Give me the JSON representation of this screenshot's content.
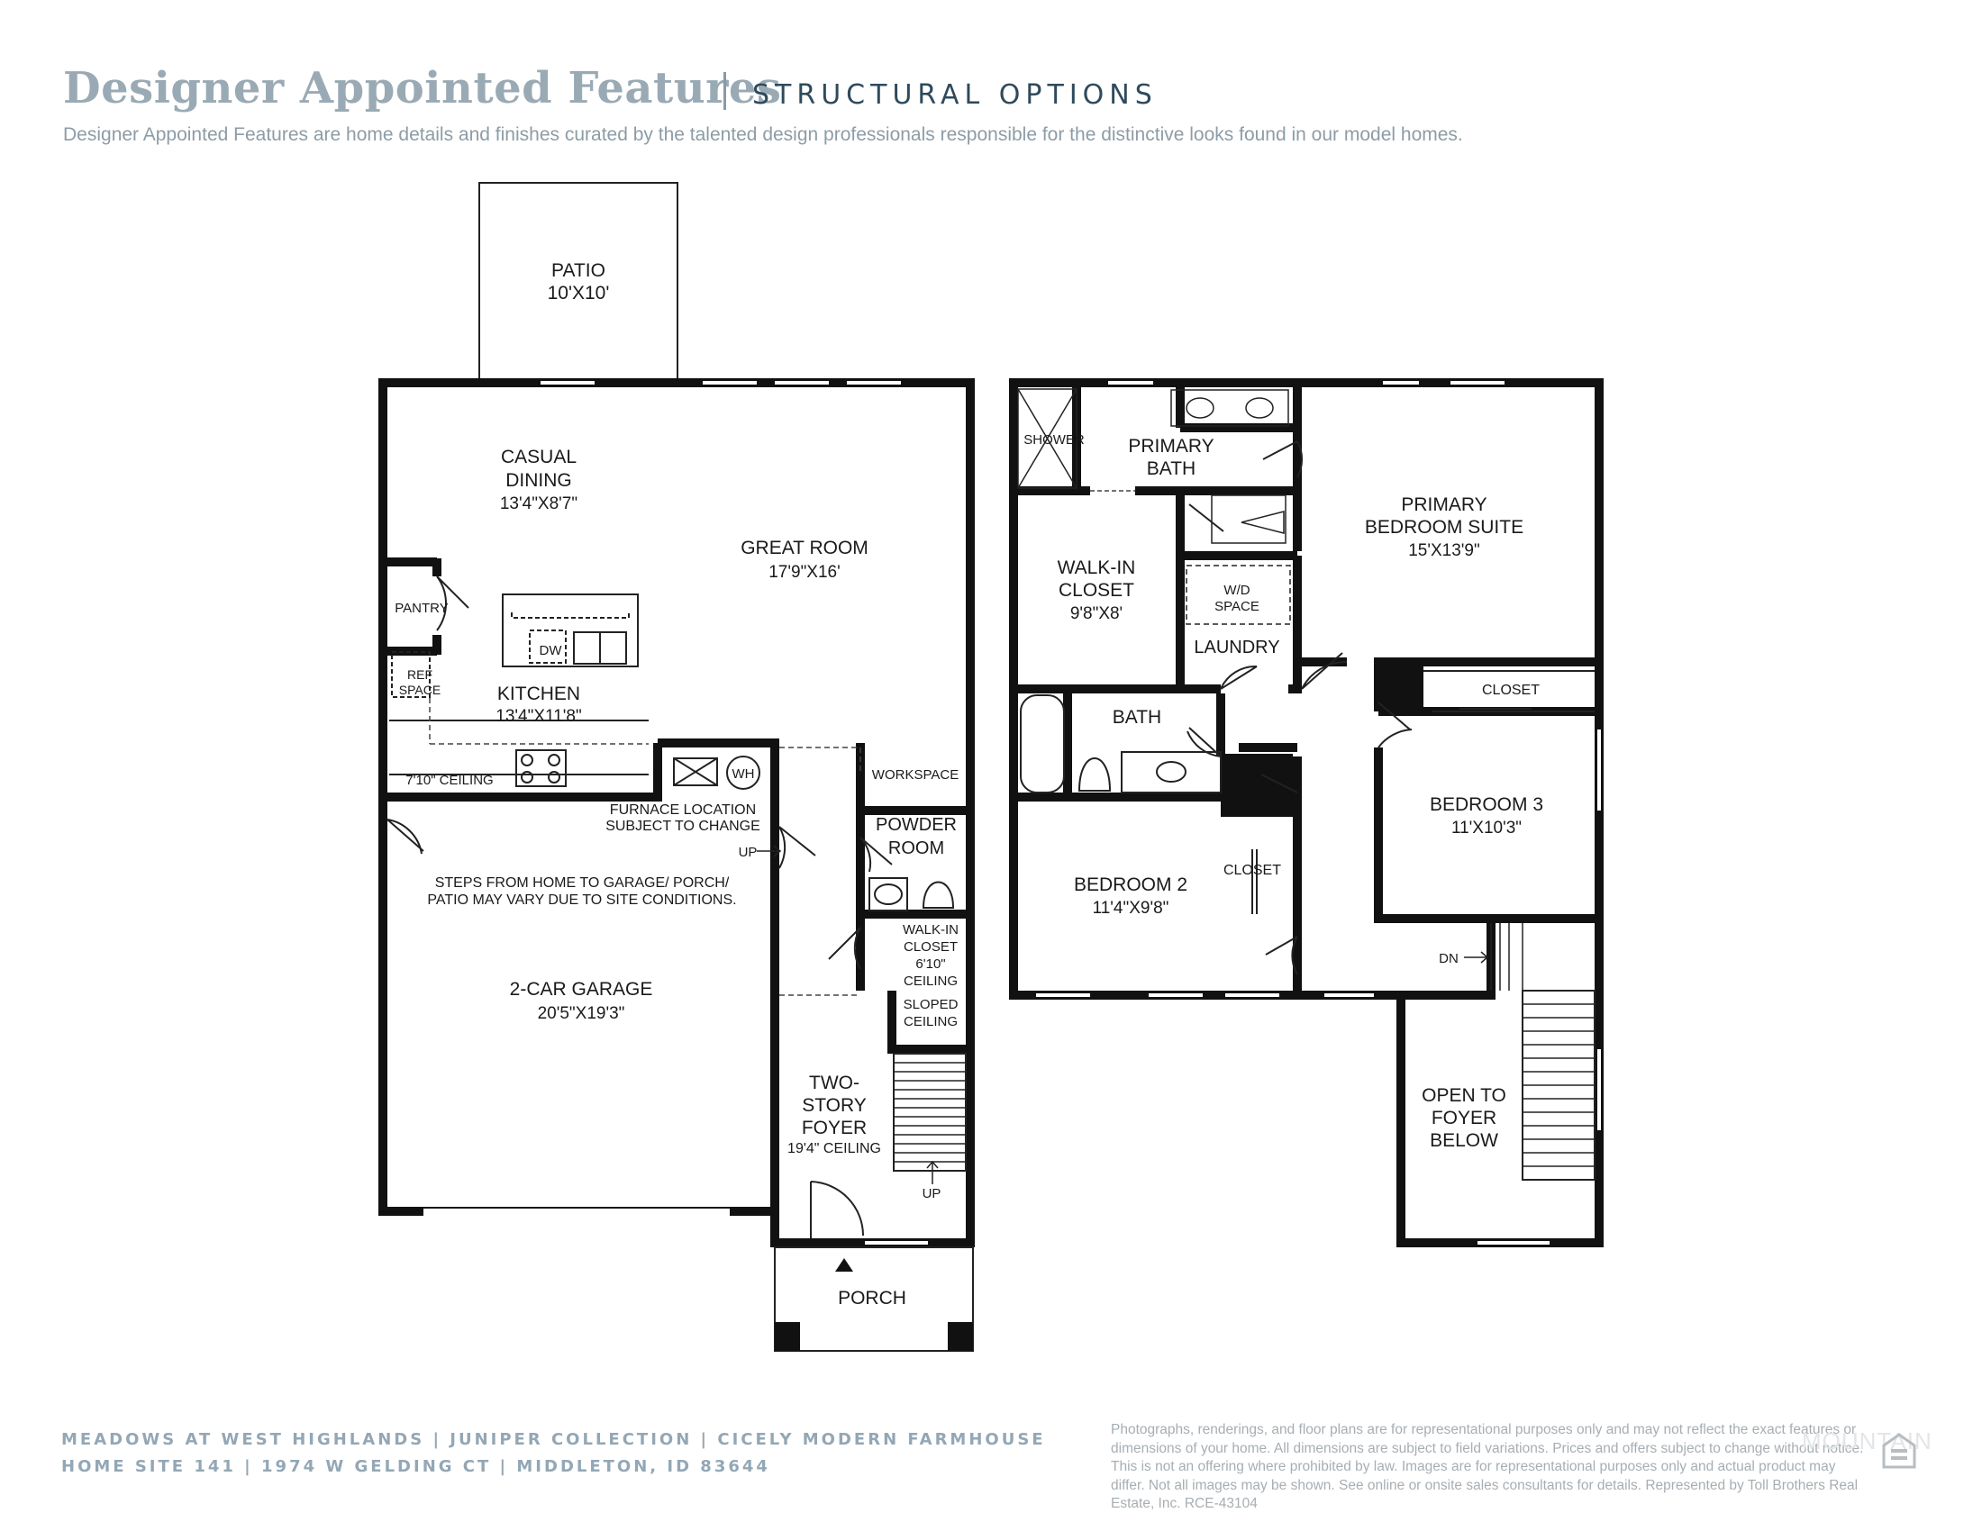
{
  "header": {
    "title": "Designer Appointed Features",
    "subtitle_right": "STRUCTURAL OPTIONS",
    "description": "Designer Appointed Features are home details and finishes curated by the talented design professionals responsible for the distinctive looks found in our model homes."
  },
  "first_floor": {
    "patio": {
      "name": "PATIO",
      "dims": "10'X10'"
    },
    "casual_dining": {
      "line1": "CASUAL",
      "line2": "DINING",
      "dims": "13'4\"X8'7\""
    },
    "great_room": {
      "name": "GREAT ROOM",
      "dims": "17'9\"X16'"
    },
    "pantry": "PANTRY",
    "dw": "DW",
    "ref_space": {
      "line1": "REF",
      "line2": "SPACE"
    },
    "kitchen": {
      "name": "KITCHEN",
      "dims": "13'4\"X11'8\""
    },
    "ceiling_note": "7'10\" CEILING",
    "wh": "WH",
    "workspace": "WORKSPACE",
    "furnace": {
      "line1": "FURNACE LOCATION",
      "line2": "SUBJECT TO CHANGE"
    },
    "up1": "UP",
    "powder_room": {
      "line1": "POWDER",
      "line2": "ROOM"
    },
    "steps_note": {
      "line1": "STEPS FROM HOME TO GARAGE/ PORCH/",
      "line2": "PATIO MAY VARY DUE TO SITE CONDITIONS."
    },
    "walkin_closet": {
      "line1": "WALK-IN",
      "line2": "CLOSET",
      "line3": "6'10\"",
      "line4": "CEILING"
    },
    "sloped": {
      "line1": "SLOPED",
      "line2": "CEILING"
    },
    "garage": {
      "name": "2-CAR GARAGE",
      "dims": "20'5\"X19'3\""
    },
    "foyer": {
      "line1": "TWO-",
      "line2": "STORY",
      "line3": "FOYER",
      "line4": "19'4\" CEILING"
    },
    "up2": "UP",
    "porch": "PORCH"
  },
  "second_floor": {
    "shower": "SHOWER",
    "primary_bath": {
      "line1": "PRIMARY",
      "line2": "BATH"
    },
    "primary_suite": {
      "line1": "PRIMARY",
      "line2": "BEDROOM SUITE",
      "dims": "15'X13'9\""
    },
    "walkin_closet": {
      "line1": "WALK-IN",
      "line2": "CLOSET",
      "dims": "9'8\"X8'"
    },
    "wd_space": {
      "line1": "W/D",
      "line2": "SPACE"
    },
    "laundry": "LAUNDRY",
    "closet_top": "CLOSET",
    "bath": "BATH",
    "bedroom3": {
      "name": "BEDROOM 3",
      "dims": "11'X10'3\""
    },
    "bedroom2": {
      "name": "BEDROOM 2",
      "dims": "11'4\"X9'8\""
    },
    "closet_b2": "CLOSET",
    "dn": "DN",
    "open_foyer": {
      "line1": "OPEN TO",
      "line2": "FOYER",
      "line3": "BELOW"
    }
  },
  "footer": {
    "line1": "MEADOWS AT WEST HIGHLANDS  |  JUNIPER COLLECTION  |  CICELY MODERN FARMHOUSE",
    "line2": "HOME SITE 141  |  1974 W GELDING CT  |  MIDDLETON, ID 83644",
    "disclaimer": "Photographs, renderings, and floor plans are for representational purposes only and may not reflect the exact features or dimensions of your home. All dimensions are subject to field variations. Prices and offers subject to change without notice. This is not an offering where prohibited by law. Images are for representational purposes only and actual product may differ. Not all images may be shown. See online or onsite sales consultants for details. Represented by Toll Brothers Real Estate, Inc. RCE-43104",
    "watermark": "MOUNTAIN",
    "logo_icon": "equal-housing-opportunity-icon"
  },
  "colors": {
    "title": "#9aaab5",
    "subtitle_right": "#2f4a5c",
    "footer": "#93a7b5",
    "wall": "#111111"
  }
}
